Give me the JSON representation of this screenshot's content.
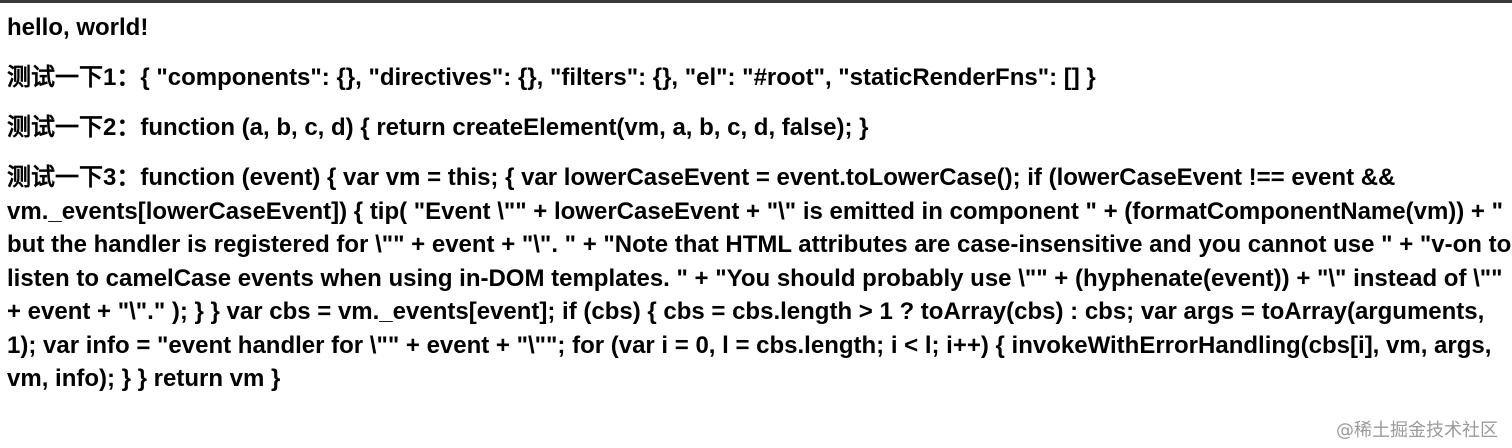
{
  "page": {
    "line1": "hello, world!",
    "line2": "测试一下1：{ \"components\": {}, \"directives\": {}, \"filters\": {}, \"el\": \"#root\", \"staticRenderFns\": [] }",
    "line3": "测试一下2：function (a, b, c, d) { return createElement(vm, a, b, c, d, false); }",
    "line4": "测试一下3：function (event) { var vm = this; { var lowerCaseEvent = event.toLowerCase(); if (lowerCaseEvent !== event && vm._events[lowerCaseEvent]) { tip( \"Event \\\"\" + lowerCaseEvent + \"\\\" is emitted in component \" + (formatComponentName(vm)) + \" but the handler is registered for \\\"\" + event + \"\\\". \" + \"Note that HTML attributes are case-insensitive and you cannot use \" + \"v-on to listen to camelCase events when using in-DOM templates. \" + \"You should probably use \\\"\" + (hyphenate(event)) + \"\\\" instead of \\\"\" + event + \"\\\".\" ); } } var cbs = vm._events[event]; if (cbs) { cbs = cbs.length > 1 ? toArray(cbs) : cbs; var args = toArray(arguments, 1); var info = \"event handler for \\\"\" + event + \"\\\"\"; for (var i = 0, l = cbs.length; i < l; i++) { invokeWithErrorHandling(cbs[i], vm, args, vm, info); } } return vm }"
  },
  "watermark": "@稀土掘金技术社区"
}
